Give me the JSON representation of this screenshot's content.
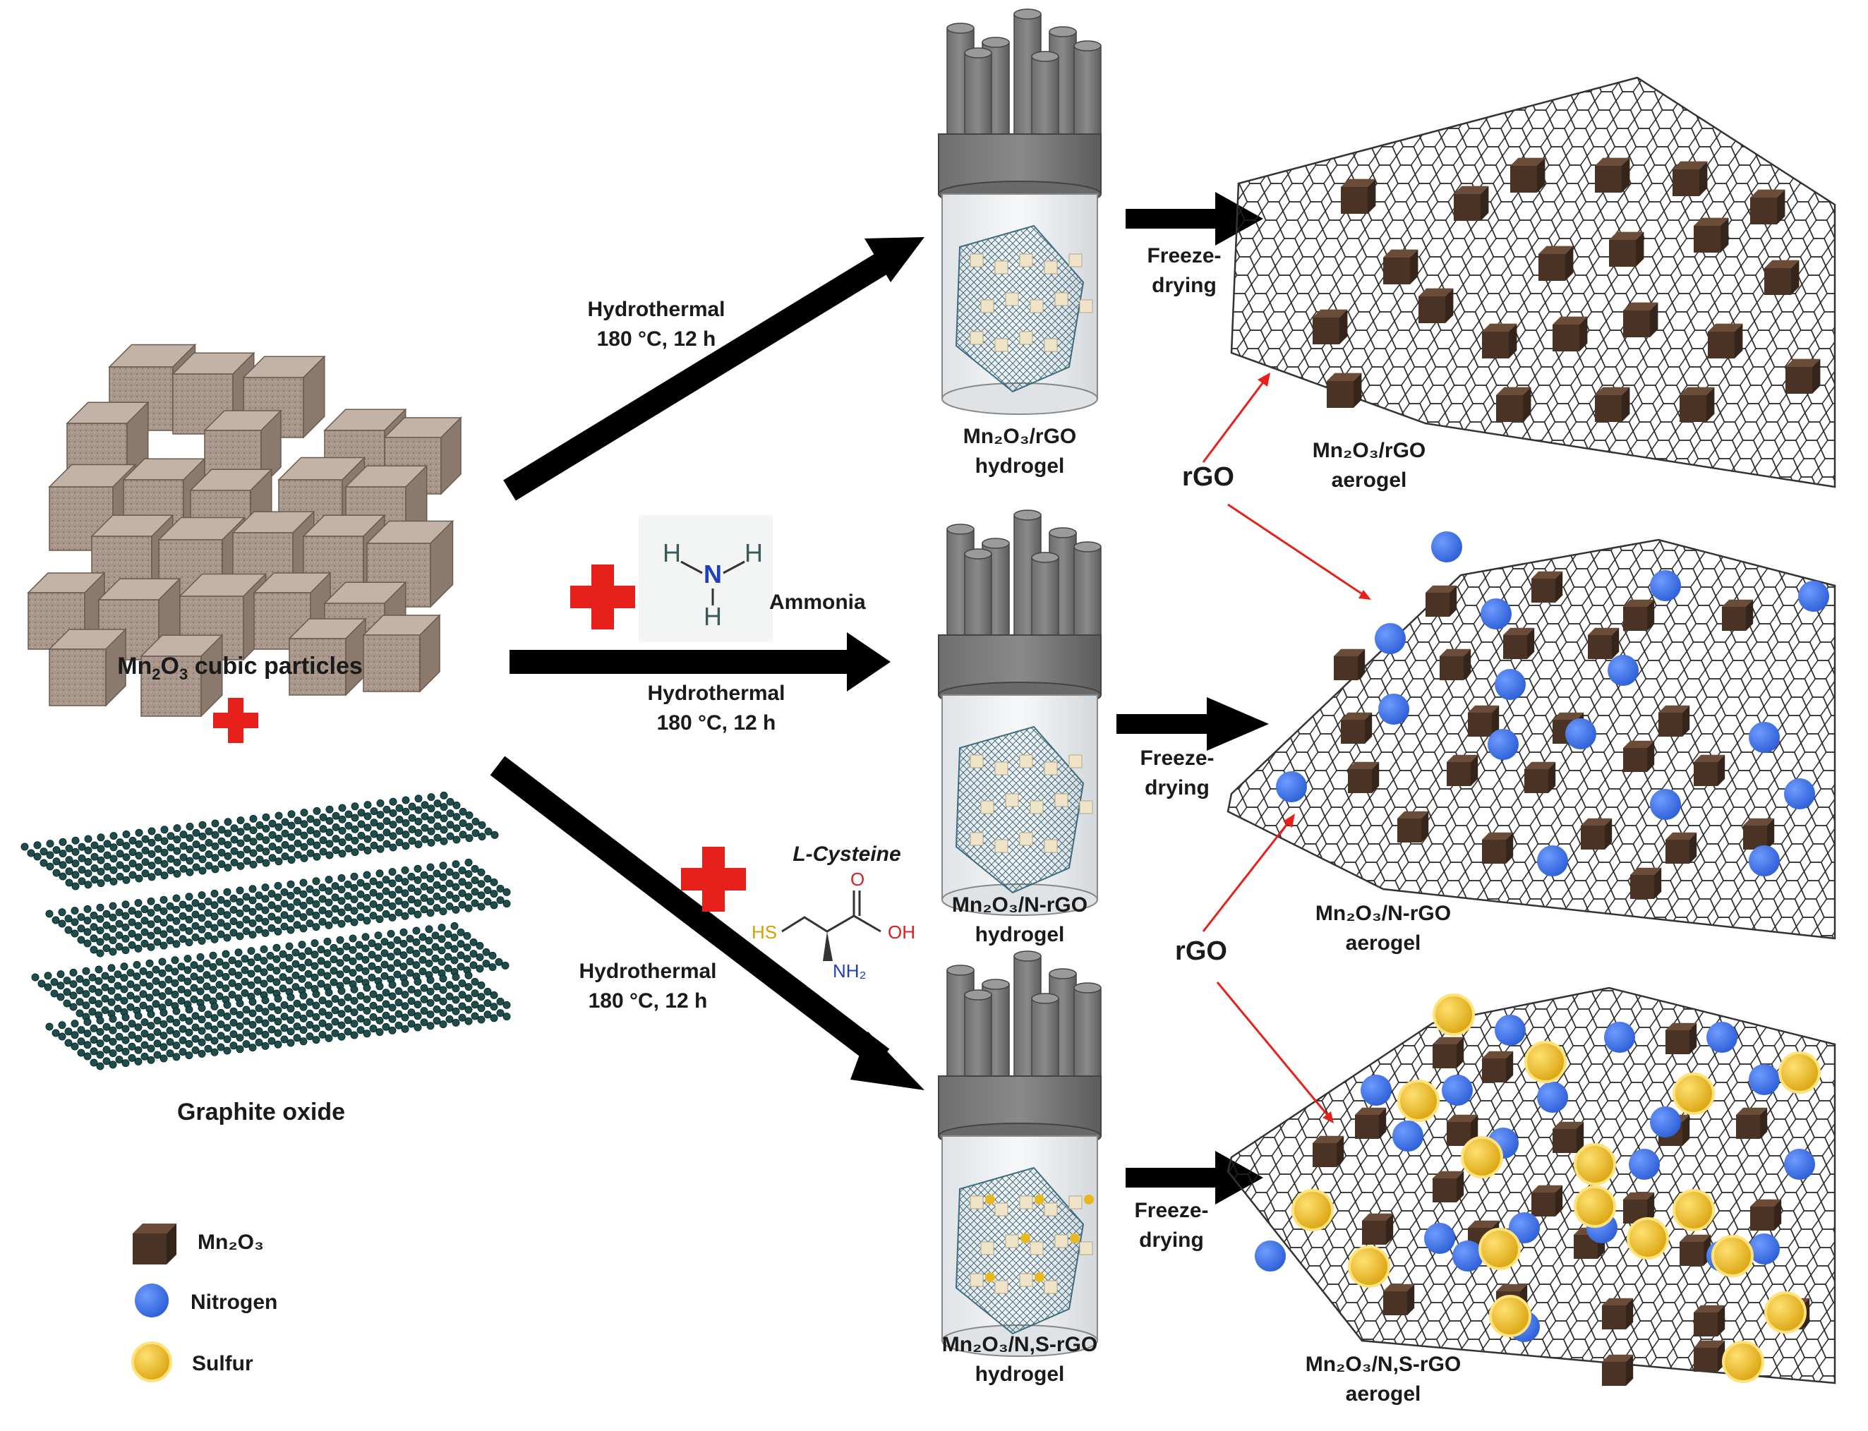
{
  "materials": {
    "mn2o3": {
      "label": "Mn",
      "sub": "2",
      "rest": "O",
      "sub2": "3",
      "suffix": " cubic particles"
    },
    "plus_symbol": "+",
    "graphite_oxide": "Graphite oxide"
  },
  "routes": [
    {
      "condition_line1": "Hydrothermal",
      "condition_line2": "180 °C, 12 h",
      "hydrogel_line1": "Mn₂O₃/rGO",
      "hydrogel_line2": "hydrogel",
      "freeze_line1": "Freeze-",
      "freeze_line2": "drying",
      "aerogel_line1": "Mn₂O₃/rGO",
      "aerogel_line2": "aerogel"
    },
    {
      "additive": "Ammonia",
      "condition_line1": "Hydrothermal",
      "condition_line2": "180 °C, 12 h",
      "hydrogel_line1": "Mn₂O₃/N-rGO",
      "hydrogel_line2": "hydrogel",
      "freeze_line1": "Freeze-",
      "freeze_line2": "drying",
      "aerogel_line1": "Mn₂O₃/N-rGO",
      "aerogel_line2": "aerogel"
    },
    {
      "additive": "L-Cysteine",
      "condition_line1": "Hydrothermal",
      "condition_line2": "180 °C, 12 h",
      "hydrogel_line1": "Mn₂O₃/N,S-rGO",
      "hydrogel_line2": "hydrogel",
      "freeze_line1": "Freeze-",
      "freeze_line2": "drying",
      "aerogel_line1": "Mn₂O₃/N,S-rGO",
      "aerogel_line2": "aerogel"
    }
  ],
  "rgo_label": "rGO",
  "ammonia_atoms": {
    "n": "N",
    "h": "H"
  },
  "cysteine_atoms": {
    "hs": "HS",
    "o": "O",
    "oh": "OH",
    "nh2": "NH₂"
  },
  "legend": [
    {
      "label": "Mn₂O₃",
      "color": "#4a3324"
    },
    {
      "label": "Nitrogen",
      "color": "#3b6fe0"
    },
    {
      "label": "Sulfur",
      "color": "#e8b820"
    }
  ],
  "colors": {
    "arrow": "#000000",
    "plus": "#e8201c",
    "red_pointer": "#e8201c",
    "cube": "#9c8b7c",
    "graphite": "#1f4c4c"
  }
}
